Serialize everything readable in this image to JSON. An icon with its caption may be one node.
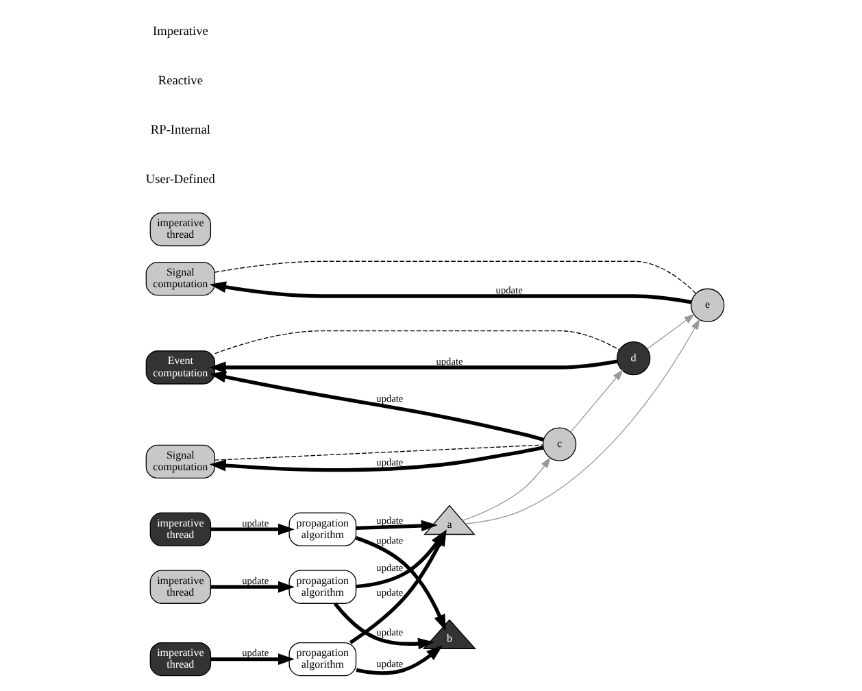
{
  "diagram": {
    "nodes": [
      {
        "text": [
          "Signal computation"
        ]
      },
      {
        "text": [
          "Event computation"
        ]
      },
      {
        "text": [
          "Signal computation"
        ]
      },
      {
        "text": [
          "e"
        ]
      },
      {
        "text": [
          "d"
        ]
      },
      {
        "text": [
          "c"
        ]
      },
      {
        "text": [
          "a"
        ]
      },
      {
        "text": [
          "b"
        ]
      },
      {
        "text": [
          "imperative thread"
        ]
      },
      {
        "text": [
          "propagation algorithm"
        ]
      },
      {
        "text": [
          "imperative thread"
        ]
      },
      {
        "text": [
          "imperative thread"
        ]
      },
      {
        "text": [
          "propagation algorithm"
        ]
      },
      {
        "text": [
          "imperative thread"
        ]
      },
      {
        "text": [
          "propagation algorithm"
        ]
      }
    ],
    "edges": [
      {
        "from": 0,
        "to": 3,
        "arrow": "none",
        "style": "dashed"
      },
      {
        "from": 1,
        "to": 4,
        "arrow": "none",
        "style": "dashed"
      },
      {
        "from": 2,
        "to": 5,
        "arrow": "none",
        "style": "dashed"
      },
      {
        "from": 3,
        "to": 0,
        "arrow": "to",
        "label": "update"
      },
      {
        "from": 4,
        "to": 1,
        "arrow": "to",
        "label": "update"
      },
      {
        "from": 5,
        "to": 1,
        "arrow": "to",
        "label": "update"
      },
      {
        "from": 5,
        "to": 2,
        "arrow": "to",
        "label": "update"
      },
      {
        "from": 6,
        "to": 3,
        "arrow": "to",
        "color": "#999999"
      },
      {
        "from": 6,
        "to": 5,
        "arrow": "to",
        "color": "#999999"
      },
      {
        "from": 5,
        "to": 4,
        "arrow": "to",
        "color": "#999999"
      },
      {
        "from": 4,
        "to": 3,
        "arrow": "to",
        "color": "#999999"
      },
      {
        "from": 8,
        "to": 9,
        "arrow": "to",
        "label": "update"
      },
      {
        "from": 11,
        "to": 12,
        "arrow": "to",
        "label": "update"
      },
      {
        "from": 13,
        "to": 14,
        "arrow": "to",
        "label": "update"
      },
      {
        "from": 9,
        "to": 6,
        "arrow": "to",
        "label": "update"
      },
      {
        "from": 9,
        "to": 7,
        "arrow": "to",
        "label": "update"
      },
      {
        "from": 14,
        "to": 6,
        "arrow": "to",
        "label": "update"
      },
      {
        "from": 14,
        "to": 7,
        "arrow": "to",
        "label": "update"
      },
      {
        "from": 12,
        "to": 6,
        "arrow": "to",
        "label": "update"
      },
      {
        "from": 12,
        "to": 7,
        "arrow": "to",
        "label": "update"
      }
    ],
    "labels": [
      "User-Defined",
      "RP-Internal",
      "Reactive",
      "Imperative"
    ]
  }
}
